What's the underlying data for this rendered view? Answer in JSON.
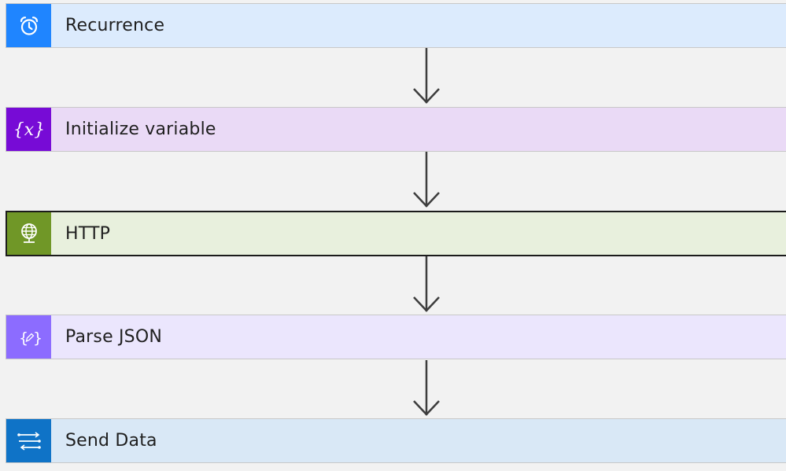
{
  "steps": [
    {
      "label": "Recurrence",
      "icon": "alarm-clock-icon",
      "icon_bg": "#1f85ff",
      "row_bg": "#dcebfd"
    },
    {
      "label": "Initialize variable",
      "icon": "variable-x-icon",
      "icon_bg": "#770bd6",
      "row_bg": "#eadaf6"
    },
    {
      "label": "HTTP",
      "icon": "globe-icon",
      "icon_bg": "#709727",
      "row_bg": "#e8f0dd",
      "selected": true
    },
    {
      "label": "Parse JSON",
      "icon": "json-braces-icon",
      "icon_bg": "#8c6cff",
      "row_bg": "#ebe6fd"
    },
    {
      "label": "Send Data",
      "icon": "data-flow-icon",
      "icon_bg": "#0f73c7",
      "row_bg": "#d9e8f6"
    }
  ]
}
